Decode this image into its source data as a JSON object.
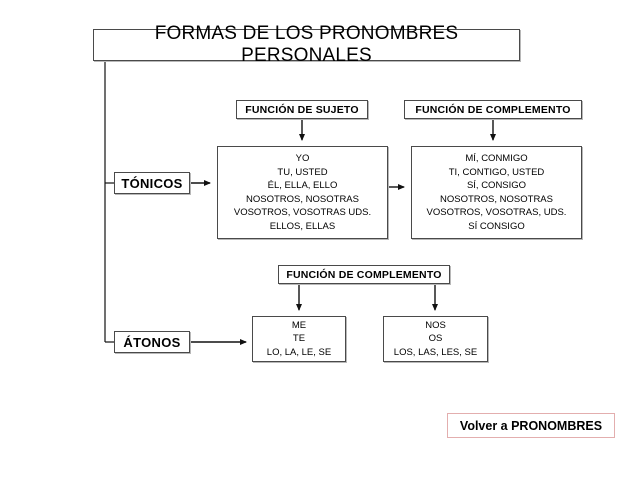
{
  "page": {
    "title": "FORMAS DE LOS PRONOMBRES PERSONALES",
    "background_color": "#ffffff",
    "line_color": "#111111",
    "box_border_color": "#4a4a4a"
  },
  "diagram": {
    "title_box": {
      "label": "FORMAS DE LOS PRONOMBRES PERSONALES"
    },
    "categories": [
      {
        "id": "tonicos",
        "label": "TÓNICOS"
      },
      {
        "id": "atonos",
        "label": "ÁTONOS"
      }
    ],
    "function_labels": [
      {
        "id": "funcion-sujeto",
        "label": "FUNCIÓN DE SUJETO"
      },
      {
        "id": "funcion-complemento-tonicos",
        "label": "FUNCIÓN DE COMPLEMENTO"
      },
      {
        "id": "funcion-complemento-atonos",
        "label": "FUNCIÓN DE COMPLEMENTO"
      }
    ],
    "boxes": {
      "tonicos_sujeto": {
        "lines": [
          "YO",
          "TU, USTED",
          "ÉL, ELLA, ELLO",
          "NOSOTROS, NOSOTRAS",
          "VOSOTROS, VOSOTRAS UDS.",
          "ELLOS, ELLAS"
        ]
      },
      "tonicos_complemento": {
        "lines": [
          "MÍ, CONMIGO",
          "TI, CONTIGO, USTED",
          "SÍ, CONSIGO",
          "NOSOTROS, NOSOTRAS",
          "VOSOTROS, VOSOTRAS, UDS.",
          "SÍ CONSIGO"
        ]
      },
      "atonos_singular": {
        "lines": [
          "ME",
          "TE",
          "LO, LA, LE, SE"
        ]
      },
      "atonos_plural": {
        "lines": [
          "NOS",
          "OS",
          "LOS, LAS, LES, SE"
        ]
      }
    }
  },
  "back_button": {
    "label": "Volver a PRONOMBRES",
    "border_color": "#e3aeae"
  }
}
